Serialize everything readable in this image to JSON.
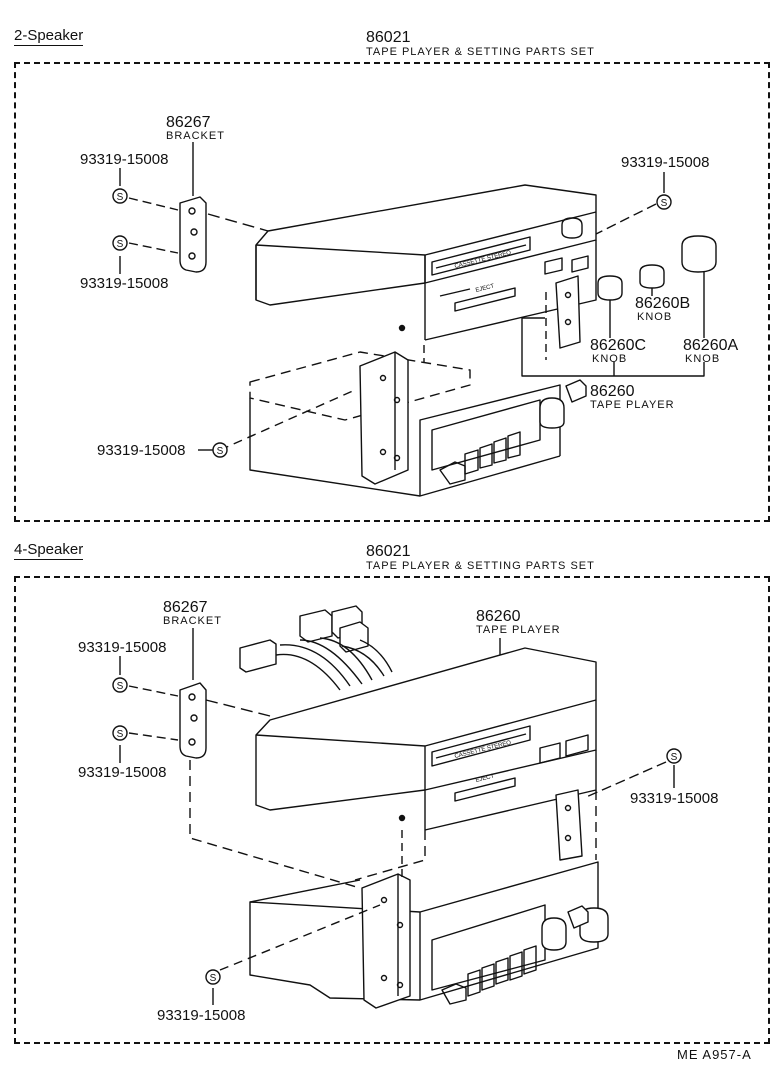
{
  "sections": [
    {
      "title": "2-Speaker",
      "set_number": "86021",
      "set_name": "TAPE PLAYER & SETTING PARTS SET",
      "bracket_number": "86267",
      "bracket_name": "BRACKET",
      "screw_top_left": "93319-15008",
      "screw_bottom_left": "93319-15008",
      "screw_top_right": "93319-15008",
      "screw_lower": "93319-15008",
      "knob_b_number": "86260B",
      "knob_b_name": "KNOB",
      "knob_c_number": "86260C",
      "knob_c_name": "KNOB",
      "knob_a_number": "86260A",
      "knob_a_name": "KNOB",
      "player_number": "86260",
      "player_name": "TAPE PLAYER",
      "unit_label": "CASSETTE STEREO",
      "eject_label": "EJECT"
    },
    {
      "title": "4-Speaker",
      "set_number": "86021",
      "set_name": "TAPE PLAYER & SETTING PARTS SET",
      "bracket_number": "86267",
      "bracket_name": "BRACKET",
      "screw_top_left": "93319-15008",
      "screw_bottom_left": "93319-15008",
      "screw_right": "93319-15008",
      "screw_bottom": "93319-15008",
      "player_number": "86260",
      "player_name": "TAPE PLAYER",
      "unit_label": "CASSETTE STEREO",
      "eject_label": "EJECT"
    }
  ],
  "screw_symbol": "S",
  "footer": "ME  A957-A"
}
